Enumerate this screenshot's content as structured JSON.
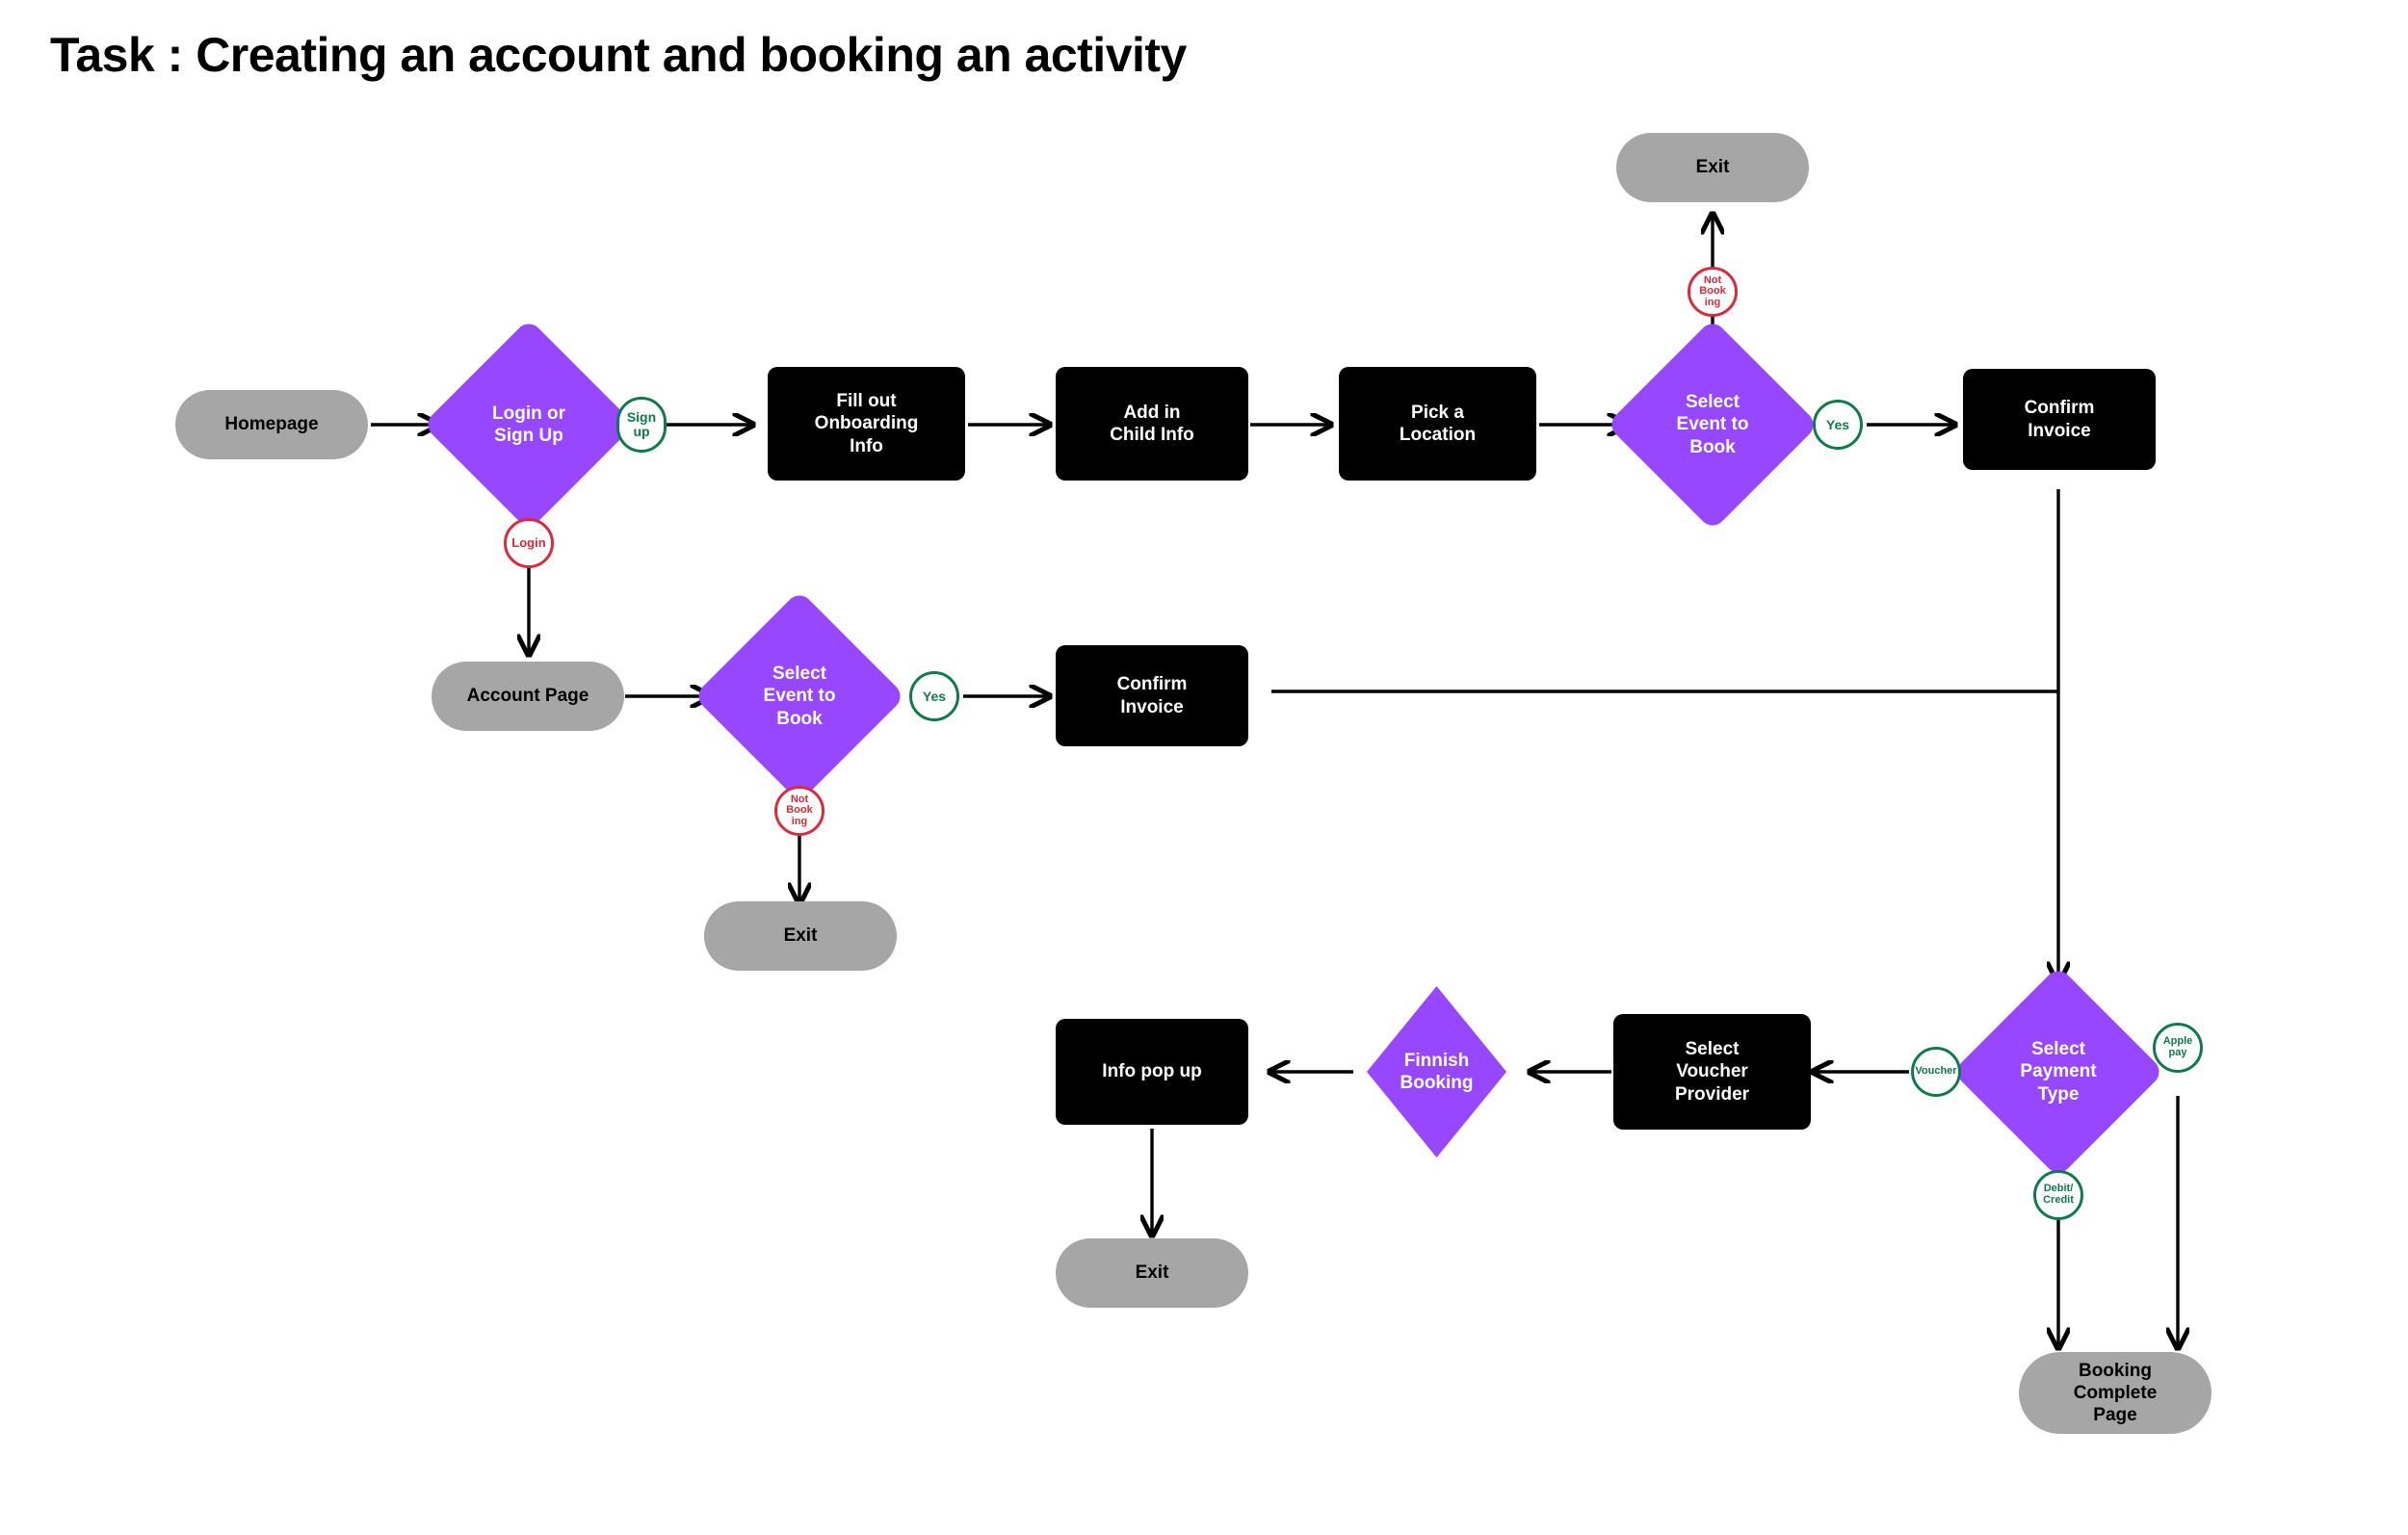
{
  "page": {
    "title": "Task : Creating an account and booking an activity",
    "background_color": "#ffffff"
  },
  "palette": {
    "terminator_fill": "#a6a6a6",
    "process_fill": "#000000",
    "decision_fill": "#9747ff",
    "yes_badge_stroke": "#0f7b4a",
    "no_badge_stroke": "#d92b3c",
    "edge_stroke": "#000000"
  },
  "chart_data": {
    "type": "diagram",
    "title": "Task : Creating an account and booking an activity",
    "nodes": [
      {
        "id": "homepage",
        "label": "Homepage",
        "shape": "terminator",
        "color": "#a6a6a6"
      },
      {
        "id": "login-or-signup",
        "label": "Login or\nSign Up",
        "shape": "decision",
        "color": "#9747ff"
      },
      {
        "id": "fill-onboarding",
        "label": "Fill out\nOnboarding\nInfo",
        "shape": "process",
        "color": "#000000"
      },
      {
        "id": "add-child-info",
        "label": "Add in\nChild Info",
        "shape": "process",
        "color": "#000000"
      },
      {
        "id": "pick-location",
        "label": "Pick a\nLocation",
        "shape": "process",
        "color": "#000000"
      },
      {
        "id": "select-event-top",
        "label": "Select\nEvent to\nBook",
        "shape": "decision",
        "color": "#9747ff"
      },
      {
        "id": "exit-top",
        "label": "Exit",
        "shape": "terminator",
        "color": "#a6a6a6"
      },
      {
        "id": "confirm-invoice-top",
        "label": "Confirm\nInvoice",
        "shape": "process",
        "color": "#000000"
      },
      {
        "id": "account-page",
        "label": "Account Page",
        "shape": "terminator",
        "color": "#a6a6a6"
      },
      {
        "id": "select-event-mid",
        "label": "Select\nEvent to\nBook",
        "shape": "decision",
        "color": "#9747ff"
      },
      {
        "id": "exit-mid",
        "label": "Exit",
        "shape": "terminator",
        "color": "#a6a6a6"
      },
      {
        "id": "confirm-invoice-mid",
        "label": "Confirm\nInvoice",
        "shape": "process",
        "color": "#000000"
      },
      {
        "id": "select-payment",
        "label": "Select\nPayment\nType",
        "shape": "decision",
        "color": "#9747ff"
      },
      {
        "id": "select-voucher",
        "label": "Select\nVoucher\nProvider",
        "shape": "process",
        "color": "#000000"
      },
      {
        "id": "finnish-booking",
        "label": "Finnish\nBooking",
        "shape": "decision",
        "color": "#9747ff"
      },
      {
        "id": "info-popup",
        "label": "Info pop up",
        "shape": "process",
        "color": "#000000"
      },
      {
        "id": "exit-bottom",
        "label": "Exit",
        "shape": "terminator",
        "color": "#a6a6a6"
      },
      {
        "id": "booking-complete",
        "label": "Booking\nComplete\nPage",
        "shape": "terminator",
        "color": "#a6a6a6"
      }
    ],
    "edge_labels": [
      {
        "id": "sign-up",
        "label": "Sign\nup",
        "tone": "green",
        "from": "login-or-signup",
        "to": "fill-onboarding"
      },
      {
        "id": "login",
        "label": "Login",
        "tone": "red",
        "from": "login-or-signup",
        "to": "account-page"
      },
      {
        "id": "not-booking-top",
        "label": "Not\nBook\ning",
        "tone": "red",
        "from": "select-event-top",
        "to": "exit-top"
      },
      {
        "id": "yes-top",
        "label": "Yes",
        "tone": "green",
        "from": "select-event-top",
        "to": "confirm-invoice-top"
      },
      {
        "id": "yes-mid",
        "label": "Yes",
        "tone": "green",
        "from": "select-event-mid",
        "to": "confirm-invoice-mid"
      },
      {
        "id": "not-booking-mid",
        "label": "Not\nBook\ning",
        "tone": "red",
        "from": "select-event-mid",
        "to": "exit-mid"
      },
      {
        "id": "voucher",
        "label": "Voucher",
        "tone": "green",
        "from": "select-payment",
        "to": "select-voucher"
      },
      {
        "id": "apple-pay",
        "label": "Apple\npay",
        "tone": "green",
        "from": "select-payment",
        "to": "booking-complete"
      },
      {
        "id": "debit-credit",
        "label": "Debit/\nCredit",
        "tone": "green",
        "from": "select-payment",
        "to": "booking-complete"
      }
    ],
    "edges": [
      {
        "from": "homepage",
        "to": "login-or-signup"
      },
      {
        "from": "login-or-signup",
        "to": "fill-onboarding",
        "label": "Sign up"
      },
      {
        "from": "login-or-signup",
        "to": "account-page",
        "label": "Login"
      },
      {
        "from": "fill-onboarding",
        "to": "add-child-info"
      },
      {
        "from": "add-child-info",
        "to": "pick-location"
      },
      {
        "from": "pick-location",
        "to": "select-event-top"
      },
      {
        "from": "select-event-top",
        "to": "exit-top",
        "label": "Not Booking"
      },
      {
        "from": "select-event-top",
        "to": "confirm-invoice-top",
        "label": "Yes"
      },
      {
        "from": "account-page",
        "to": "select-event-mid"
      },
      {
        "from": "select-event-mid",
        "to": "confirm-invoice-mid",
        "label": "Yes"
      },
      {
        "from": "select-event-mid",
        "to": "exit-mid",
        "label": "Not Booking"
      },
      {
        "from": "confirm-invoice-top",
        "to": "select-payment"
      },
      {
        "from": "confirm-invoice-mid",
        "to": "select-payment"
      },
      {
        "from": "select-payment",
        "to": "select-voucher",
        "label": "Voucher"
      },
      {
        "from": "select-voucher",
        "to": "finnish-booking"
      },
      {
        "from": "finnish-booking",
        "to": "info-popup"
      },
      {
        "from": "info-popup",
        "to": "exit-bottom"
      },
      {
        "from": "select-payment",
        "to": "booking-complete",
        "label": "Debit/Credit"
      },
      {
        "from": "select-payment",
        "to": "booking-complete",
        "label": "Apple pay"
      }
    ]
  }
}
